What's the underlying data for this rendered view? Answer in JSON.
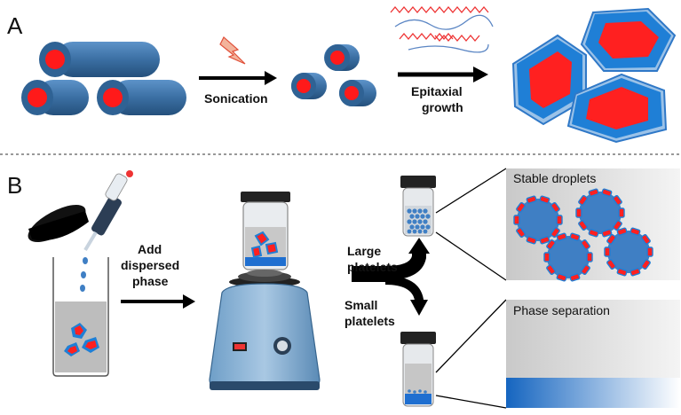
{
  "panels": {
    "a": {
      "letter": "A",
      "steps": [
        "Sonication",
        "Epitaxial",
        "growth"
      ]
    },
    "b": {
      "letter": "B",
      "add_label": [
        "Add",
        "dispersed",
        "phase"
      ],
      "branch_large": [
        "Large",
        "platelets"
      ],
      "branch_small": [
        "Small",
        "platelets"
      ],
      "results": {
        "stable": "Stable droplets",
        "separation": "Phase separation"
      }
    }
  },
  "colors": {
    "tube_blue": "#3b6fa3",
    "core_red": "#ff1a1a",
    "hex_outer": "#1f7fd6",
    "hex_inner": "#ff2020",
    "droplet_blue": "#3f7fc4"
  }
}
